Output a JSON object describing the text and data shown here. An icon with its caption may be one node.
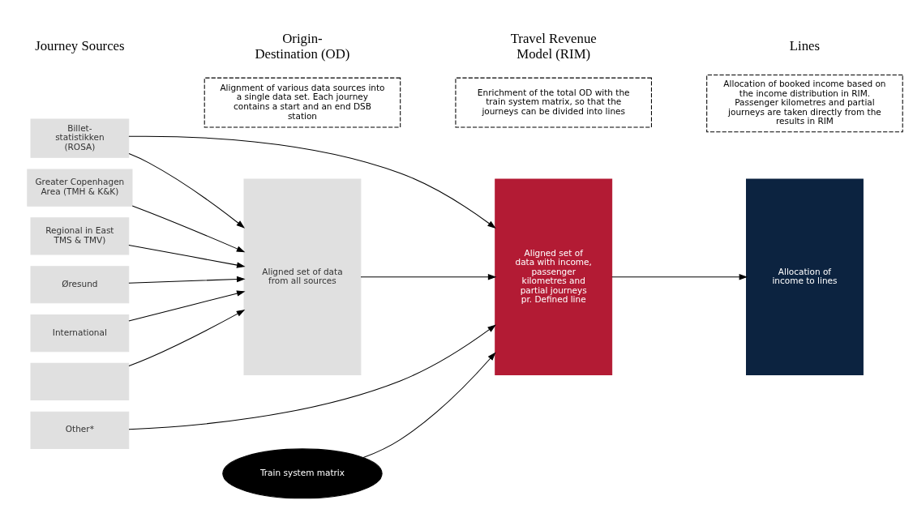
{
  "diagram": {
    "nodes": [
      {
        "text": [
          "Billet-statistikken (ROSA)"
        ]
      },
      {
        "text": [
          "Greater Copenhagen Area (TMH & K&K)"
        ]
      },
      {
        "text": [
          "Regional in East TMS & TMV)"
        ]
      },
      {
        "text": [
          "Øresund"
        ]
      },
      {
        "text": [
          "International"
        ]
      },
      {
        "text": [],
        "shape": "box"
      },
      {
        "text": [
          "Other*"
        ]
      },
      {
        "text": [
          "Aligned set of data from all sources"
        ]
      },
      {
        "text": [
          "Aligned set of data with income, passenger kilometres and partial journeys pr. Defined line"
        ]
      },
      {
        "text": [
          "Allocation of income to lines"
        ]
      },
      {
        "text": [
          "Train system matrix"
        ]
      },
      {
        "text": [
          "Alignment of various data sources into a single data set. Each journey contains a start and an end DSB station"
        ]
      },
      {
        "text": [
          "Enrichment of the total OD with the train system matrix, so that the journeys can be divided into lines"
        ]
      },
      {
        "text": [
          "Allocation of booked income based on the income distribution in RIM. Passenger kilometres and partial journeys are taken directly from the results in RIM"
        ]
      }
    ],
    "edges": [
      {
        "from": 0,
        "to": 7,
        "arrow": "to"
      },
      {
        "from": 1,
        "to": 7,
        "arrow": "to"
      },
      {
        "from": 2,
        "to": 7,
        "arrow": "to"
      },
      {
        "from": 3,
        "to": 7,
        "arrow": "to"
      },
      {
        "from": 4,
        "to": 7,
        "arrow": "to"
      },
      {
        "from": 5,
        "to": 7,
        "arrow": "to"
      },
      {
        "from": 0,
        "to": 8,
        "arrow": "to"
      },
      {
        "from": 7,
        "to": 8,
        "arrow": "to"
      },
      {
        "from": 6,
        "to": 8,
        "arrow": "to"
      },
      {
        "from": 10,
        "to": 8,
        "arrow": "to"
      },
      {
        "from": 8,
        "to": 9,
        "arrow": "to"
      }
    ],
    "labels": [
      "Journey Sources",
      "Origin-Destination (OD)",
      "Travel Revenue Model (RIM)",
      "Lines"
    ]
  }
}
